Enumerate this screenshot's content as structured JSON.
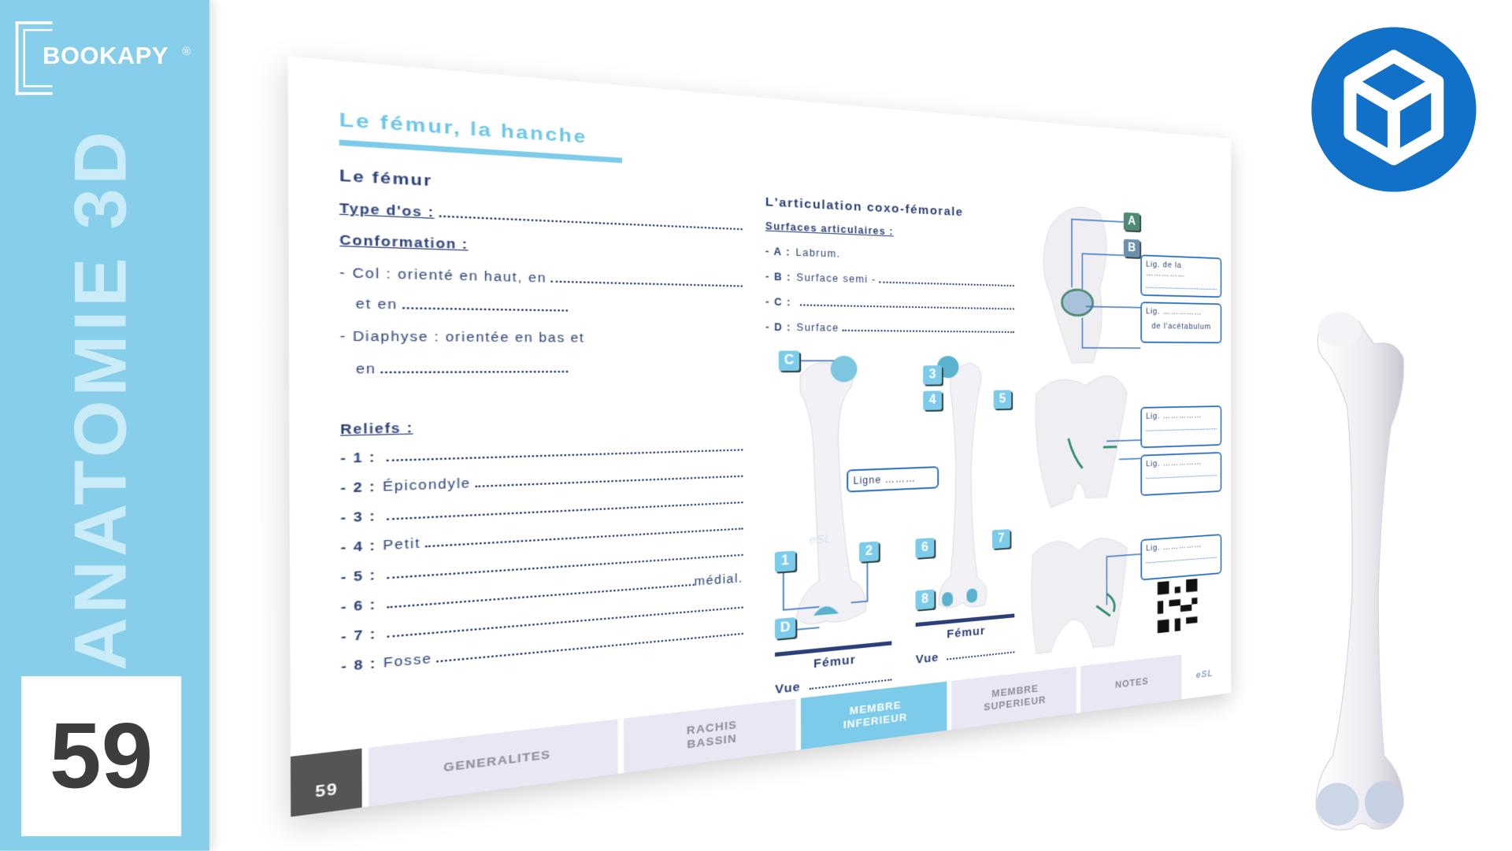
{
  "sidebar": {
    "brand": "BOOKAPY",
    "registered": "®",
    "title": "ANATOMIE 3D",
    "page_number": "59"
  },
  "page": {
    "title": "Le fémur, la hanche",
    "femur": {
      "heading": "Le fémur",
      "type_label": "Type d'os :",
      "conformation_label": "Conformation :",
      "col_line1": "- Col : orienté en haut, en",
      "col_line2": "et en",
      "diaphyse_line1": "- Diaphyse : orientée en bas et",
      "diaphyse_line2": "en",
      "reliefs_label": "Reliefs :",
      "reliefs": [
        {
          "num": "- 1 :",
          "text": "",
          "suffix": ""
        },
        {
          "num": "- 2 :",
          "text": "Épicondyle",
          "suffix": ""
        },
        {
          "num": "- 3 :",
          "text": "",
          "suffix": ""
        },
        {
          "num": "- 4 :",
          "text": "Petit",
          "suffix": ""
        },
        {
          "num": "- 5 :",
          "text": "",
          "suffix": ""
        },
        {
          "num": "- 6 :",
          "text": "",
          "suffix": "médial."
        },
        {
          "num": "- 7 :",
          "text": "",
          "suffix": ""
        },
        {
          "num": "- 8 :",
          "text": "Fosse",
          "suffix": ""
        }
      ]
    },
    "articulation": {
      "heading": "L'articulation coxo-fémorale",
      "surfaces_label": "Surfaces articulaires :",
      "items": [
        {
          "key": "- A :",
          "text": "Labrum."
        },
        {
          "key": "- B :",
          "text": "Surface semi -"
        },
        {
          "key": "- C :",
          "text": ""
        },
        {
          "key": "- D :",
          "text": "Surface"
        }
      ]
    },
    "figures": {
      "front": {
        "markers": [
          "C",
          "1",
          "2",
          "D"
        ],
        "caption": "Fémur",
        "view": "Vue"
      },
      "back": {
        "markers": [
          "3",
          "4",
          "5",
          "6",
          "7",
          "8"
        ],
        "caption": "Fémur",
        "view": "Vue",
        "ligne_label": "Ligne"
      },
      "hip_markers": [
        "A",
        "B"
      ],
      "lig_boxes": [
        {
          "line1": "Lig. de la",
          "line2": ""
        },
        {
          "line1": "Lig.",
          "line2": "de l'acétabulum"
        },
        {
          "line1": "Lig.",
          "line2": ""
        },
        {
          "line1": "Lig.",
          "line2": ""
        },
        {
          "line1": "Lig.",
          "line2": ""
        }
      ],
      "watermark": "eSL"
    },
    "tabs": {
      "page_number": "59",
      "items": [
        {
          "label": "GENERALITES",
          "active": false
        },
        {
          "label": "RACHIS\nBASSIN",
          "active": false
        },
        {
          "label": "MEMBRE\nINFERIEUR",
          "active": true
        },
        {
          "label": "MEMBRE\nSUPERIEUR",
          "active": false
        },
        {
          "label": "NOTES",
          "active": false
        }
      ],
      "logo": "eSL"
    }
  },
  "colors": {
    "sidebar": "#87CEEB",
    "accent": "#7CCBEA",
    "navy": "#2A3F78",
    "logo_blue": "#1170C8"
  }
}
